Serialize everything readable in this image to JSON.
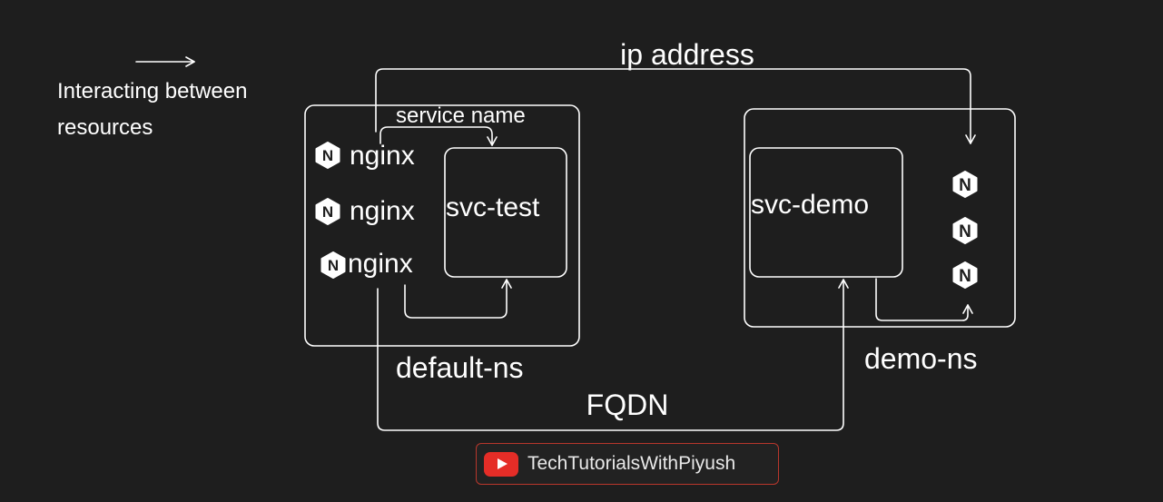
{
  "legend": {
    "line1": "Interacting between",
    "line2": "resources"
  },
  "labels": {
    "ip_address": "ip address",
    "service_name": "service name",
    "fqdn": "FQDN",
    "default_ns": "default-ns",
    "demo_ns": "demo-ns"
  },
  "services": {
    "test": "svc-test",
    "demo": "svc-demo"
  },
  "pods": [
    "nginx",
    "nginx",
    "nginx"
  ],
  "icons": {
    "nginx": "nginx-hexagon-icon",
    "nginx_glyph": "N",
    "youtube": "youtube-logo-icon"
  },
  "watermark": {
    "channel": "TechTutorialsWithPiyush"
  },
  "colors": {
    "background": "#1e1e1e",
    "stroke": "#ffffff",
    "badge_border": "#b8372c",
    "youtube_red": "#e52d27"
  }
}
